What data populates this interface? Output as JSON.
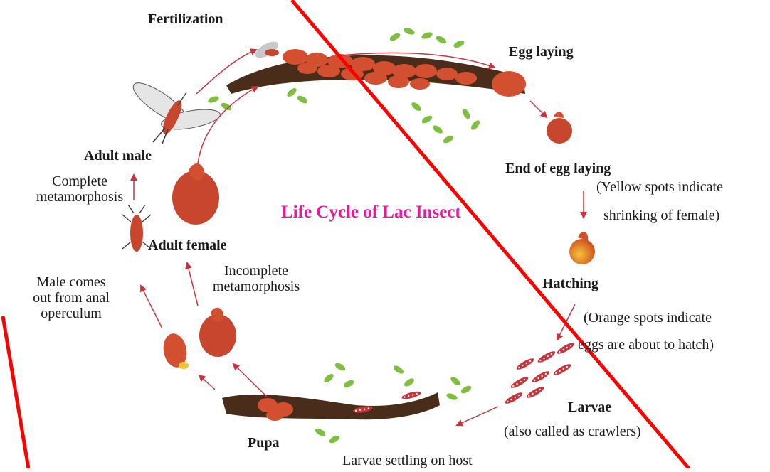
{
  "diagram": {
    "title": "Life Cycle of Lac Insect",
    "stages": {
      "fertilization": "Fertilization",
      "egg_laying": "Egg laying",
      "end_of_egg_laying": "End of egg laying",
      "yellow_note_1": "(Yellow spots indicate",
      "yellow_note_2": "shrinking of female)",
      "hatching": "Hatching",
      "orange_note_1": "(Orange spots indicate",
      "orange_note_2": "eggs are about to hatch)",
      "larvae": "Larvae",
      "larvae_note": "(also called as crawlers)",
      "larvae_settling": "Larvae settling on host",
      "pupa": "Pupa",
      "male_exit_1": "Male comes",
      "male_exit_2": "out from anal",
      "male_exit_3": "operculum",
      "incomplete_1": "Incomplete",
      "incomplete_2": "metamorphosis",
      "adult_female": "Adult female",
      "complete_1": "Complete",
      "complete_2": "metamorphosis",
      "adult_male": "Adult male"
    },
    "colors": {
      "title": "#e6199b",
      "arrow": "#c8343c",
      "insect": "#c8452e",
      "branch": "#4a2c1a",
      "leaf": "#7fbf3f",
      "strike": "#ff0000"
    }
  }
}
